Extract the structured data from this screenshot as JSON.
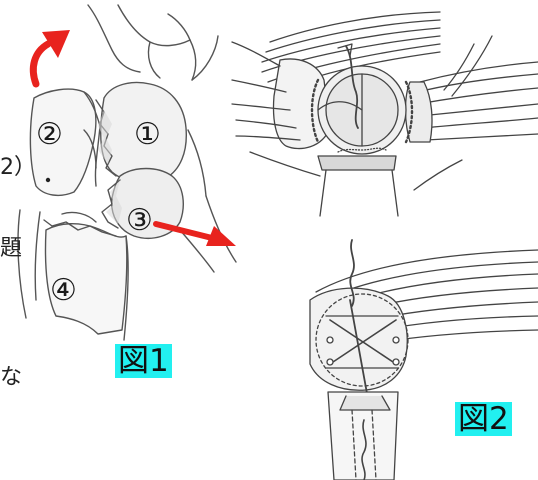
{
  "fig1": {
    "fragment_labels": [
      "①",
      "②",
      "③",
      "④"
    ],
    "caption": "図1",
    "arrow_color": "#e8231e"
  },
  "fig2": {
    "caption": "図2"
  },
  "caption_bg": "#22f0f0",
  "cut_text": {
    "left_char_1": "2）",
    "left_char_2": "題",
    "left_char_3": "な"
  }
}
